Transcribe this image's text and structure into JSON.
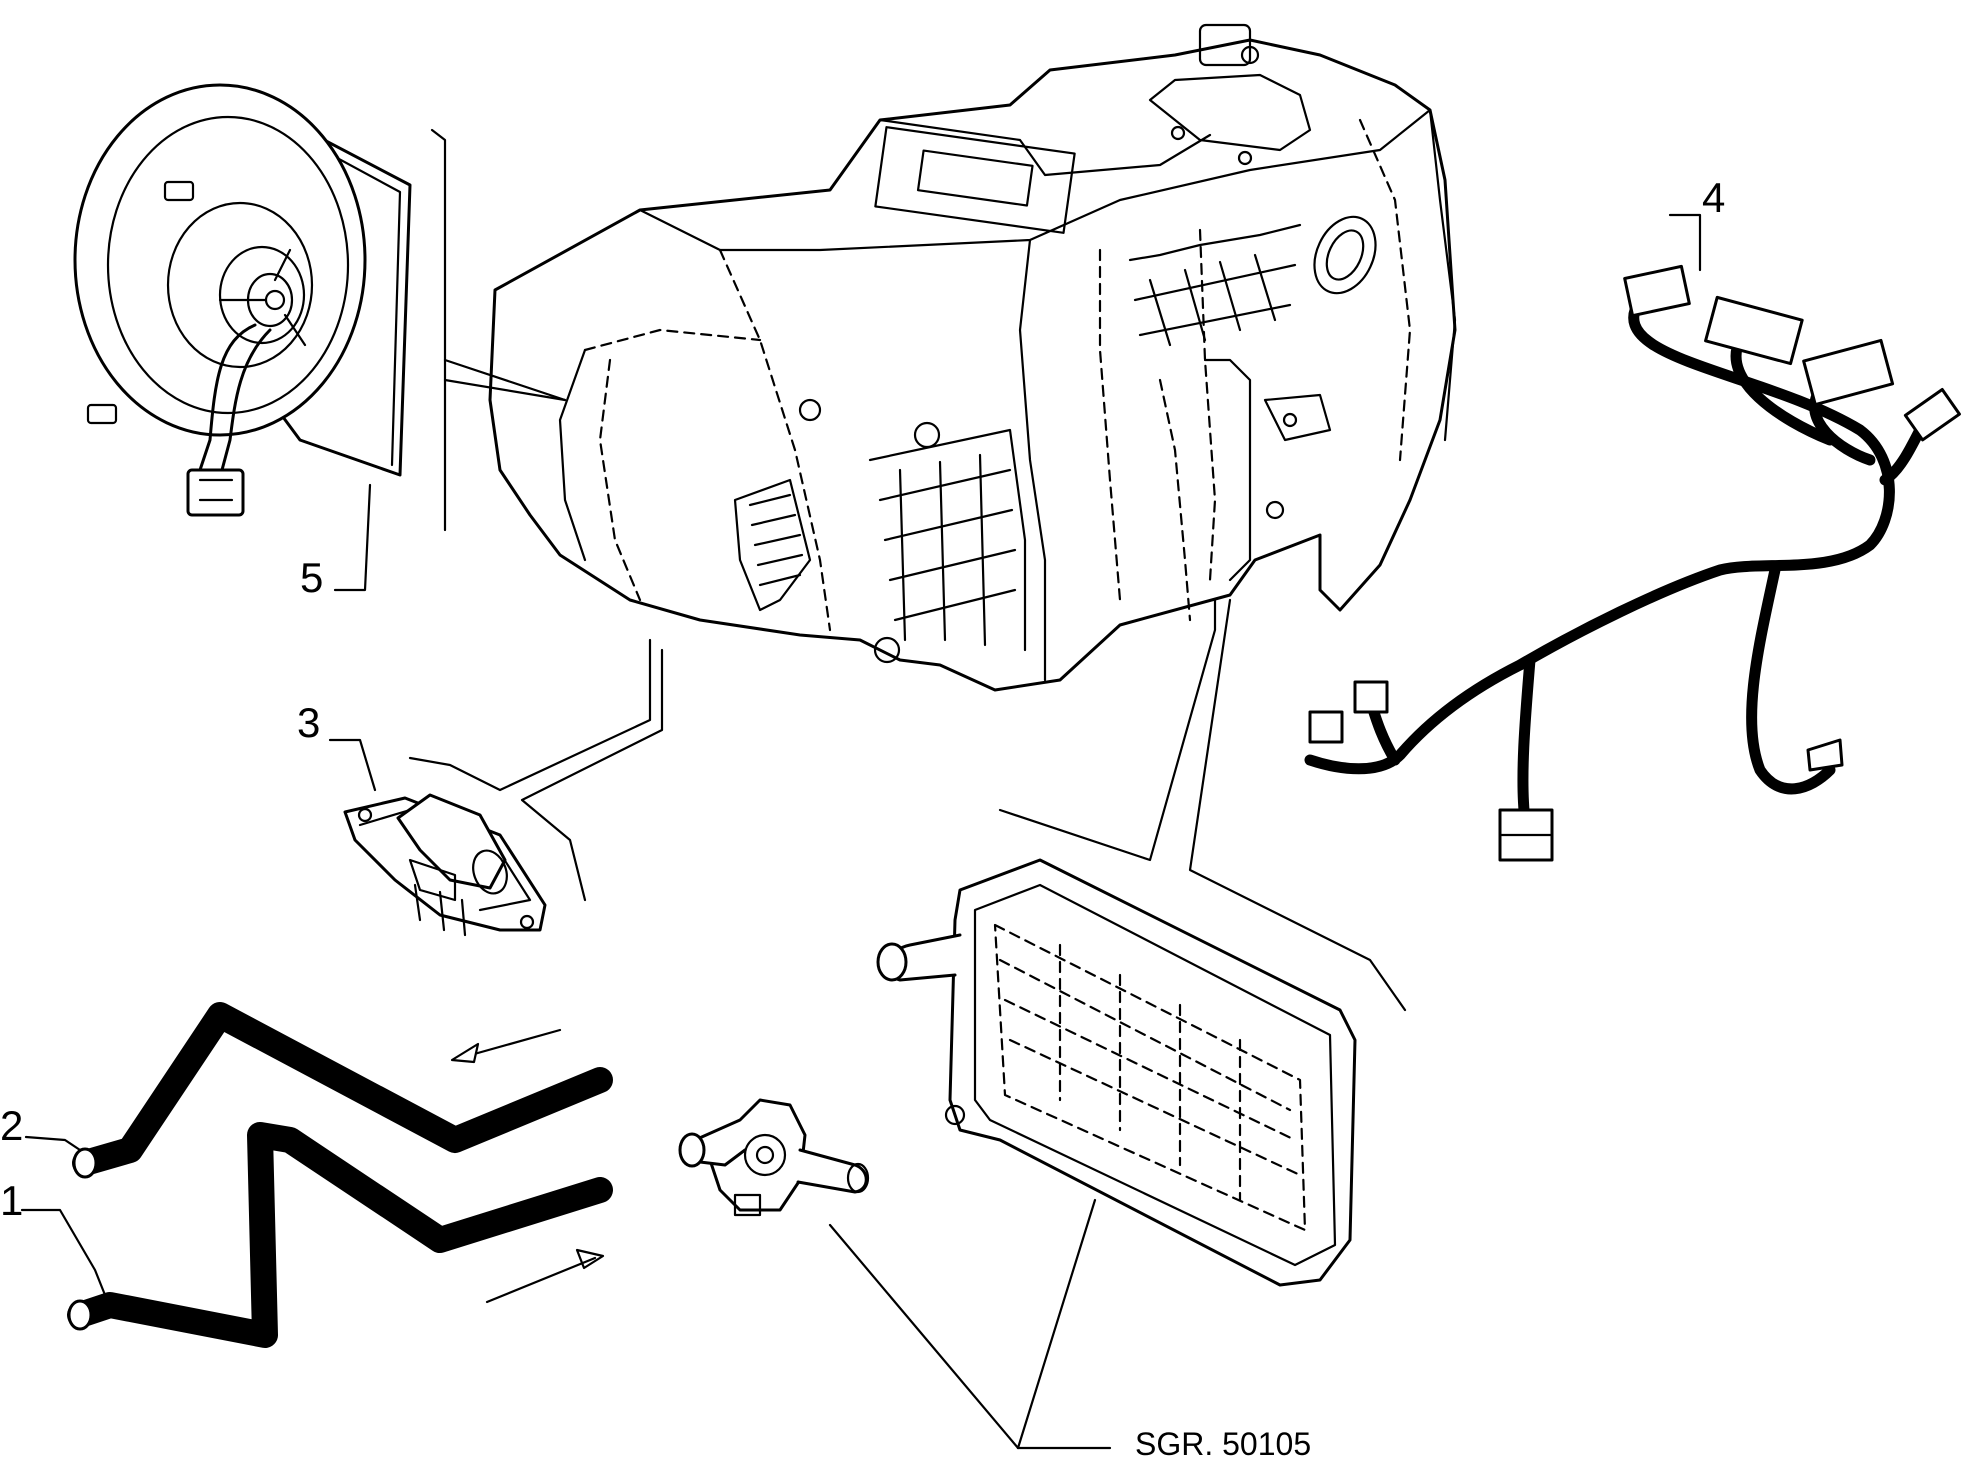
{
  "diagram": {
    "callouts": [
      {
        "id": "1",
        "label": "1"
      },
      {
        "id": "2",
        "label": "2"
      },
      {
        "id": "3",
        "label": "3"
      },
      {
        "id": "4",
        "label": "4"
      },
      {
        "id": "5",
        "label": "5"
      }
    ],
    "reference_code": "SGR. 50105"
  }
}
